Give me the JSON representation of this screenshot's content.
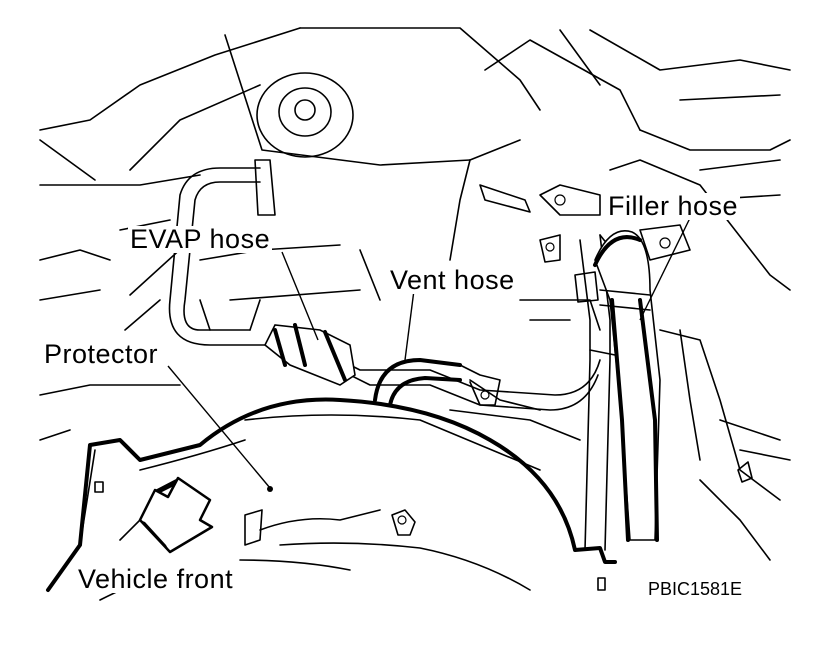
{
  "labels": {
    "filler_hose": "Filler hose",
    "evap_hose": "EVAP hose",
    "vent_hose": "Vent hose",
    "protector": "Protector",
    "vehicle_front": "Vehicle front"
  },
  "figure_code": "PBIC1581E"
}
